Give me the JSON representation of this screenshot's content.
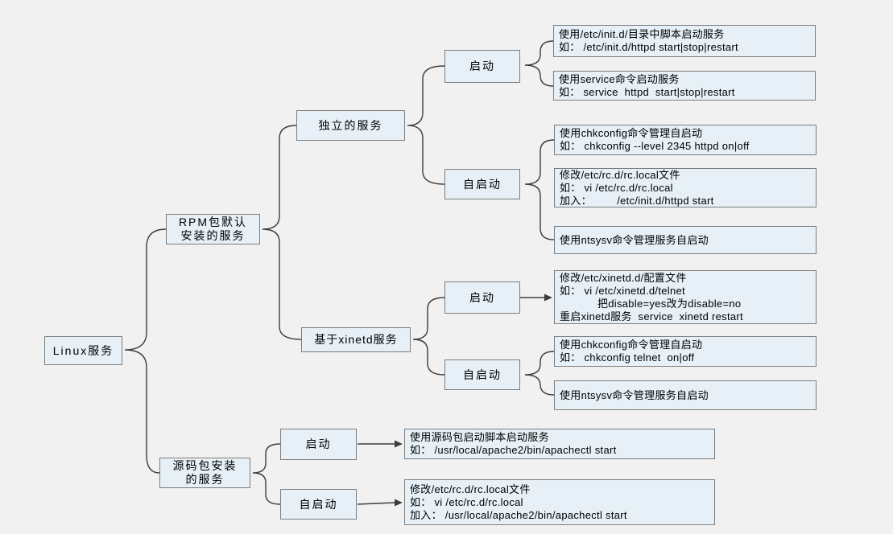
{
  "colors": {
    "background": "#f1f1f1",
    "box_fill": "#e6f0f6",
    "box_border": "#7d7d7d",
    "line": "#3d3d3d",
    "text": "#000000"
  },
  "nodes": {
    "root": "Linux服务",
    "rpm": "RPM包默认\n安装的服务",
    "source": "源码包安装\n的服务",
    "independent": "独立的服务",
    "xinetd": "基于xinetd服务",
    "start1": "启动",
    "auto1": "自启动",
    "start2": "启动",
    "auto2": "自启动",
    "start3": "启动",
    "auto3": "自启动"
  },
  "leaves": {
    "initd": "使用/etc/init.d/目录中脚本启动服务\n如： /etc/init.d/httpd start|stop|restart",
    "service": "使用service命令启动服务\n如： service  httpd  start|stop|restart",
    "chkconfig_httpd": "使用chkconfig命令管理自启动\n如： chkconfig --level 2345 httpd on|off",
    "rclocal_httpd": "修改/etc/rc.d/rc.local文件\n如： vi /etc/rc.d/rc.local\n加入：        /etc/init.d/httpd start",
    "ntsysv_ind": "使用ntsysv命令管理服务自启动",
    "xinetd_conf": "修改/etc/xinetd.d/配置文件\n如： vi /etc/xinetd.d/telnet\n            把disable=yes改为disable=no\n重启xinetd服务  service  xinetd restart",
    "chkconfig_telnet": "使用chkconfig命令管理自启动\n如： chkconfig telnet  on|off",
    "ntsysv_xin": "使用ntsysv命令管理服务自启动",
    "source_start": "使用源码包启动脚本启动服务\n如： /usr/local/apache2/bin/apachectl start",
    "source_rclocal": "修改/etc/rc.d/rc.local文件\n如： vi /etc/rc.d/rc.local\n加入： /usr/local/apache2/bin/apachectl start"
  }
}
